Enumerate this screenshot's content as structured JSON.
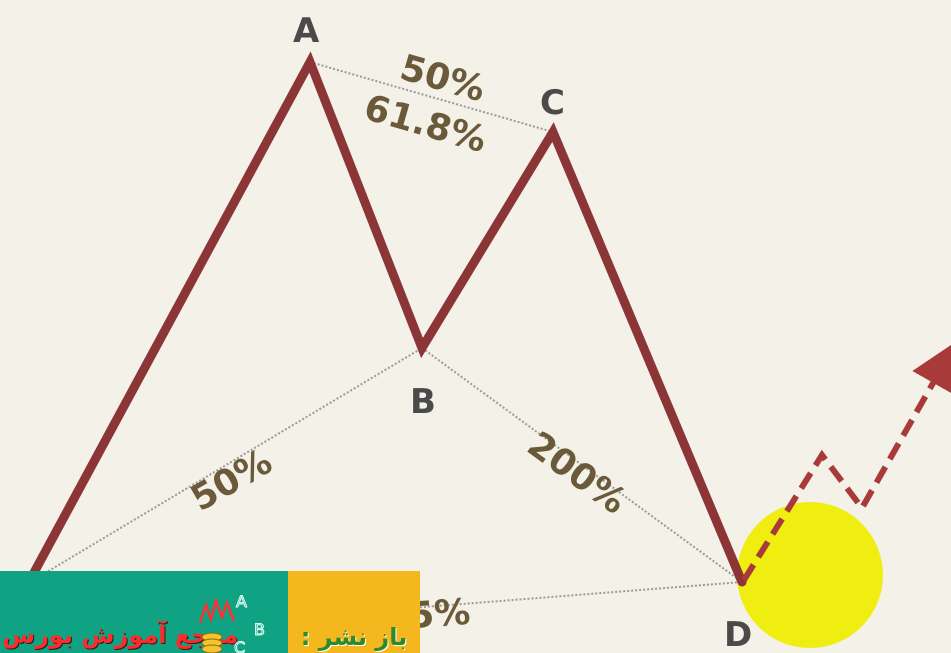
{
  "diagram": {
    "points": {
      "A": "A",
      "B": "B",
      "C": "C",
      "D": "D"
    },
    "ratios": {
      "ac_upper": "50%",
      "ac_lower": "61.8%",
      "xb": "50%",
      "bd": "200%",
      "xd_partial": "5%"
    }
  },
  "banner": {
    "brand": "مرجع آموزش بورس",
    "republish": "باز نشر :",
    "logo_letters": [
      "A",
      "B",
      "C"
    ]
  },
  "colors": {
    "pattern_line": "#8b3536",
    "projection_arrow": "#a83a3a",
    "guide_line": "#9a9a9a",
    "highlight_circle": "#f0ee10",
    "background": "#f3f1e8",
    "banner_green": "#0fa283",
    "banner_yellow": "#f4b81e"
  }
}
